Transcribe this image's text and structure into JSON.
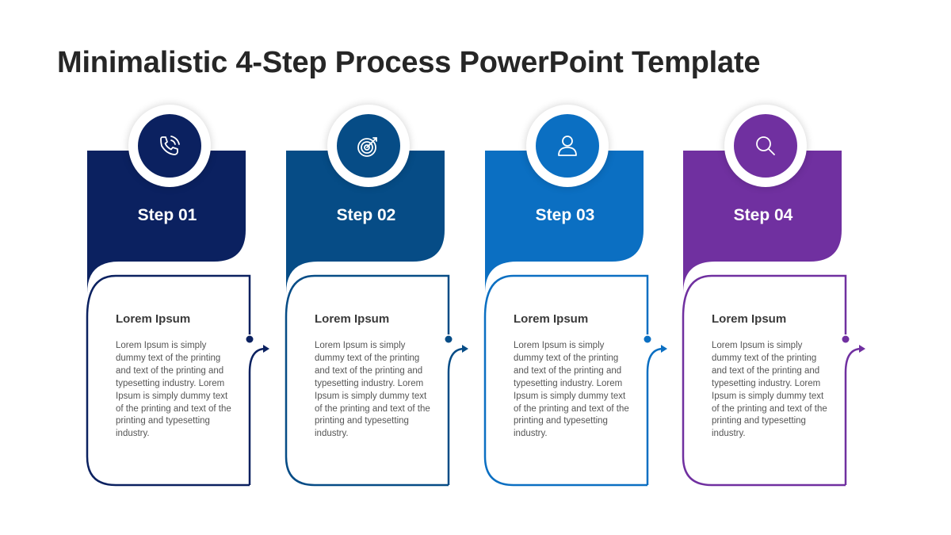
{
  "title": "Minimalistic 4-Step Process PowerPoint Template",
  "steps": [
    {
      "label": "Step 01",
      "color": "#0b2160",
      "icon": "phone-icon",
      "heading": "Lorem Ipsum",
      "text": "Lorem Ipsum is simply dummy text of the printing and text of the printing and typesetting industry. Lorem Ipsum is simply dummy text of the printing and text of the printing and typesetting industry."
    },
    {
      "label": "Step 02",
      "color": "#064c86",
      "icon": "target-icon",
      "heading": "Lorem Ipsum",
      "text": "Lorem Ipsum is simply dummy text of the printing and text of the printing and typesetting industry. Lorem Ipsum is simply dummy text of the printing and text of the printing and typesetting industry."
    },
    {
      "label": "Step 03",
      "color": "#0b6fc2",
      "icon": "user-icon",
      "heading": "Lorem Ipsum",
      "text": "Lorem Ipsum is simply dummy text of the printing and text of the printing and typesetting industry. Lorem Ipsum is simply dummy text of the printing and text of the printing and typesetting industry."
    },
    {
      "label": "Step 04",
      "color": "#7030a0",
      "icon": "search-icon",
      "heading": "Lorem Ipsum",
      "text": "Lorem Ipsum is simply dummy text of the printing and text of the printing and typesetting industry. Lorem Ipsum is simply dummy text of the printing and text of the printing and typesetting industry."
    }
  ]
}
